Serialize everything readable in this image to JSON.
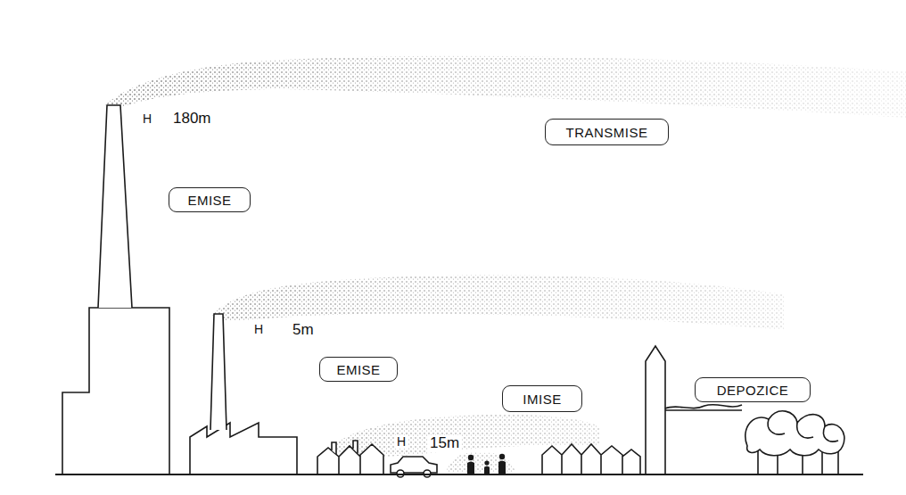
{
  "diagram": {
    "nodes": [
      {
        "text": [
          "EMISE"
        ]
      },
      {
        "text": [
          "TRANSMISE"
        ]
      },
      {
        "text": [
          "EMISE"
        ]
      },
      {
        "text": [
          "IMISE"
        ]
      },
      {
        "text": [
          "DEPOZICE"
        ]
      }
    ],
    "labels": [
      "H",
      "180m",
      "H",
      "5m",
      "H",
      "15m"
    ]
  }
}
